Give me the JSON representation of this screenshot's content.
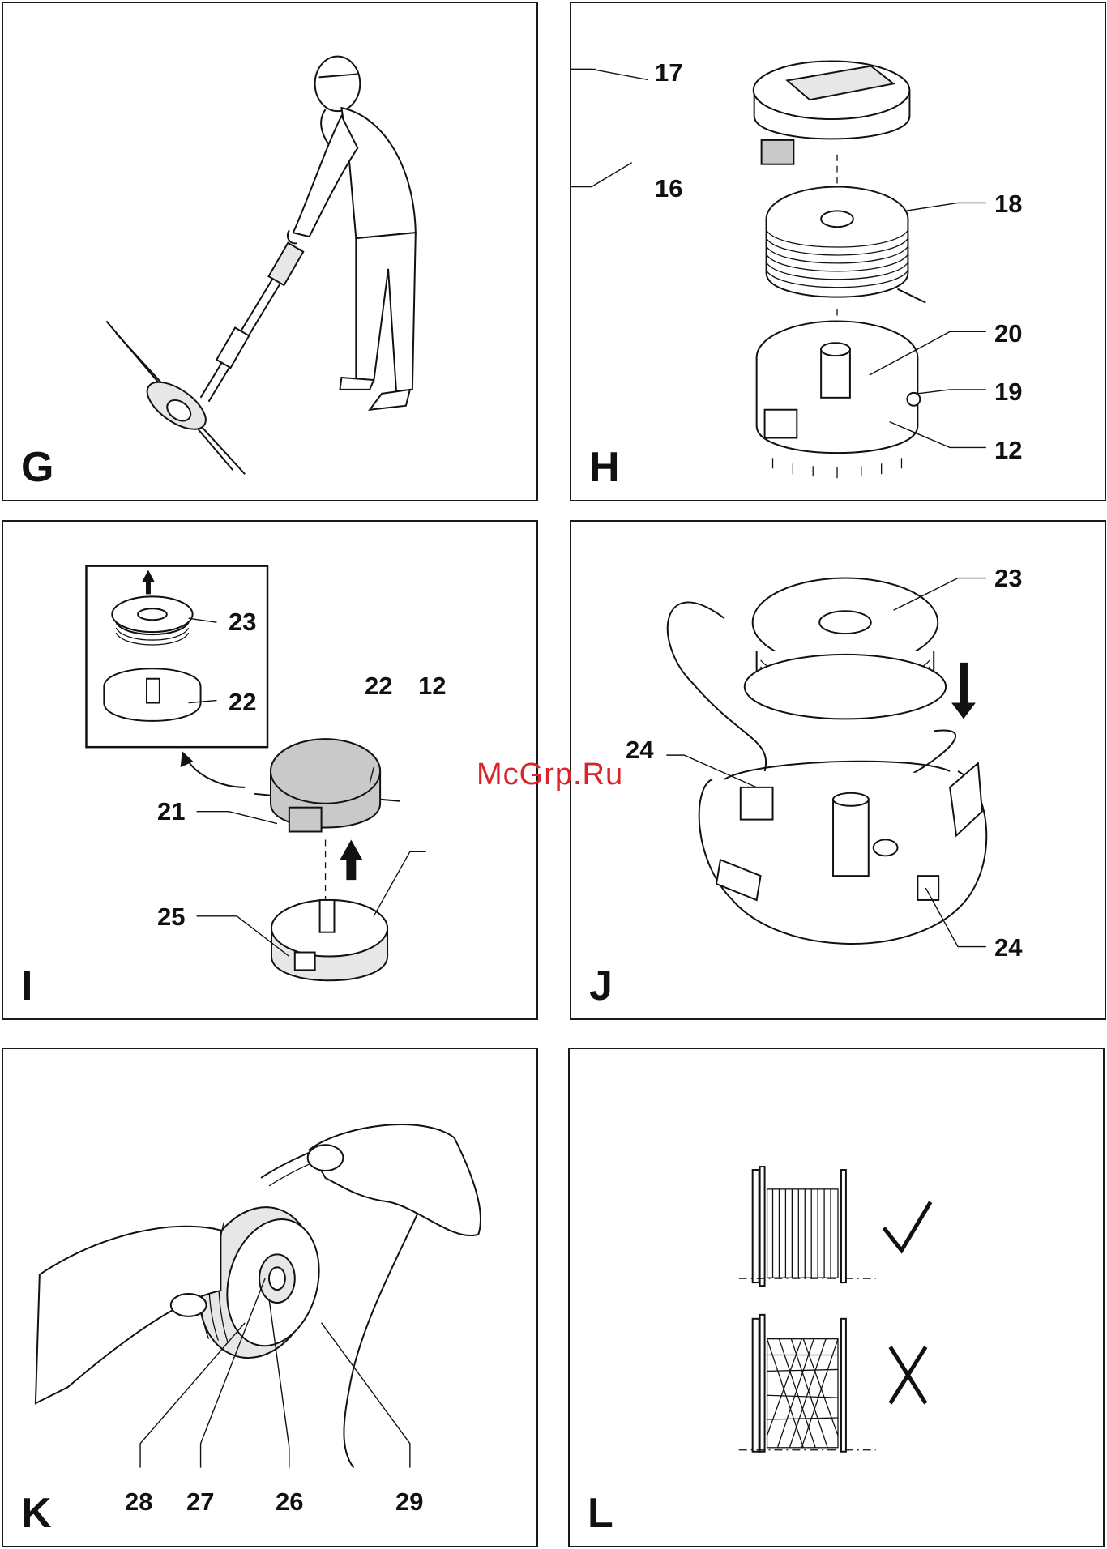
{
  "watermark": "McGrp.Ru",
  "panels": {
    "G": {
      "letter": "G"
    },
    "H": {
      "letter": "H",
      "callouts": [
        "17",
        "16",
        "18",
        "20",
        "19",
        "12"
      ]
    },
    "I": {
      "letter": "I",
      "callouts": [
        "23",
        "22",
        "22",
        "12",
        "21",
        "25"
      ]
    },
    "J": {
      "letter": "J",
      "callouts": [
        "23",
        "24",
        "24"
      ]
    },
    "K": {
      "letter": "K",
      "callouts": [
        "28",
        "27",
        "26",
        "29"
      ]
    },
    "L": {
      "letter": "L",
      "marks": [
        "check-icon",
        "cross-icon"
      ]
    }
  }
}
